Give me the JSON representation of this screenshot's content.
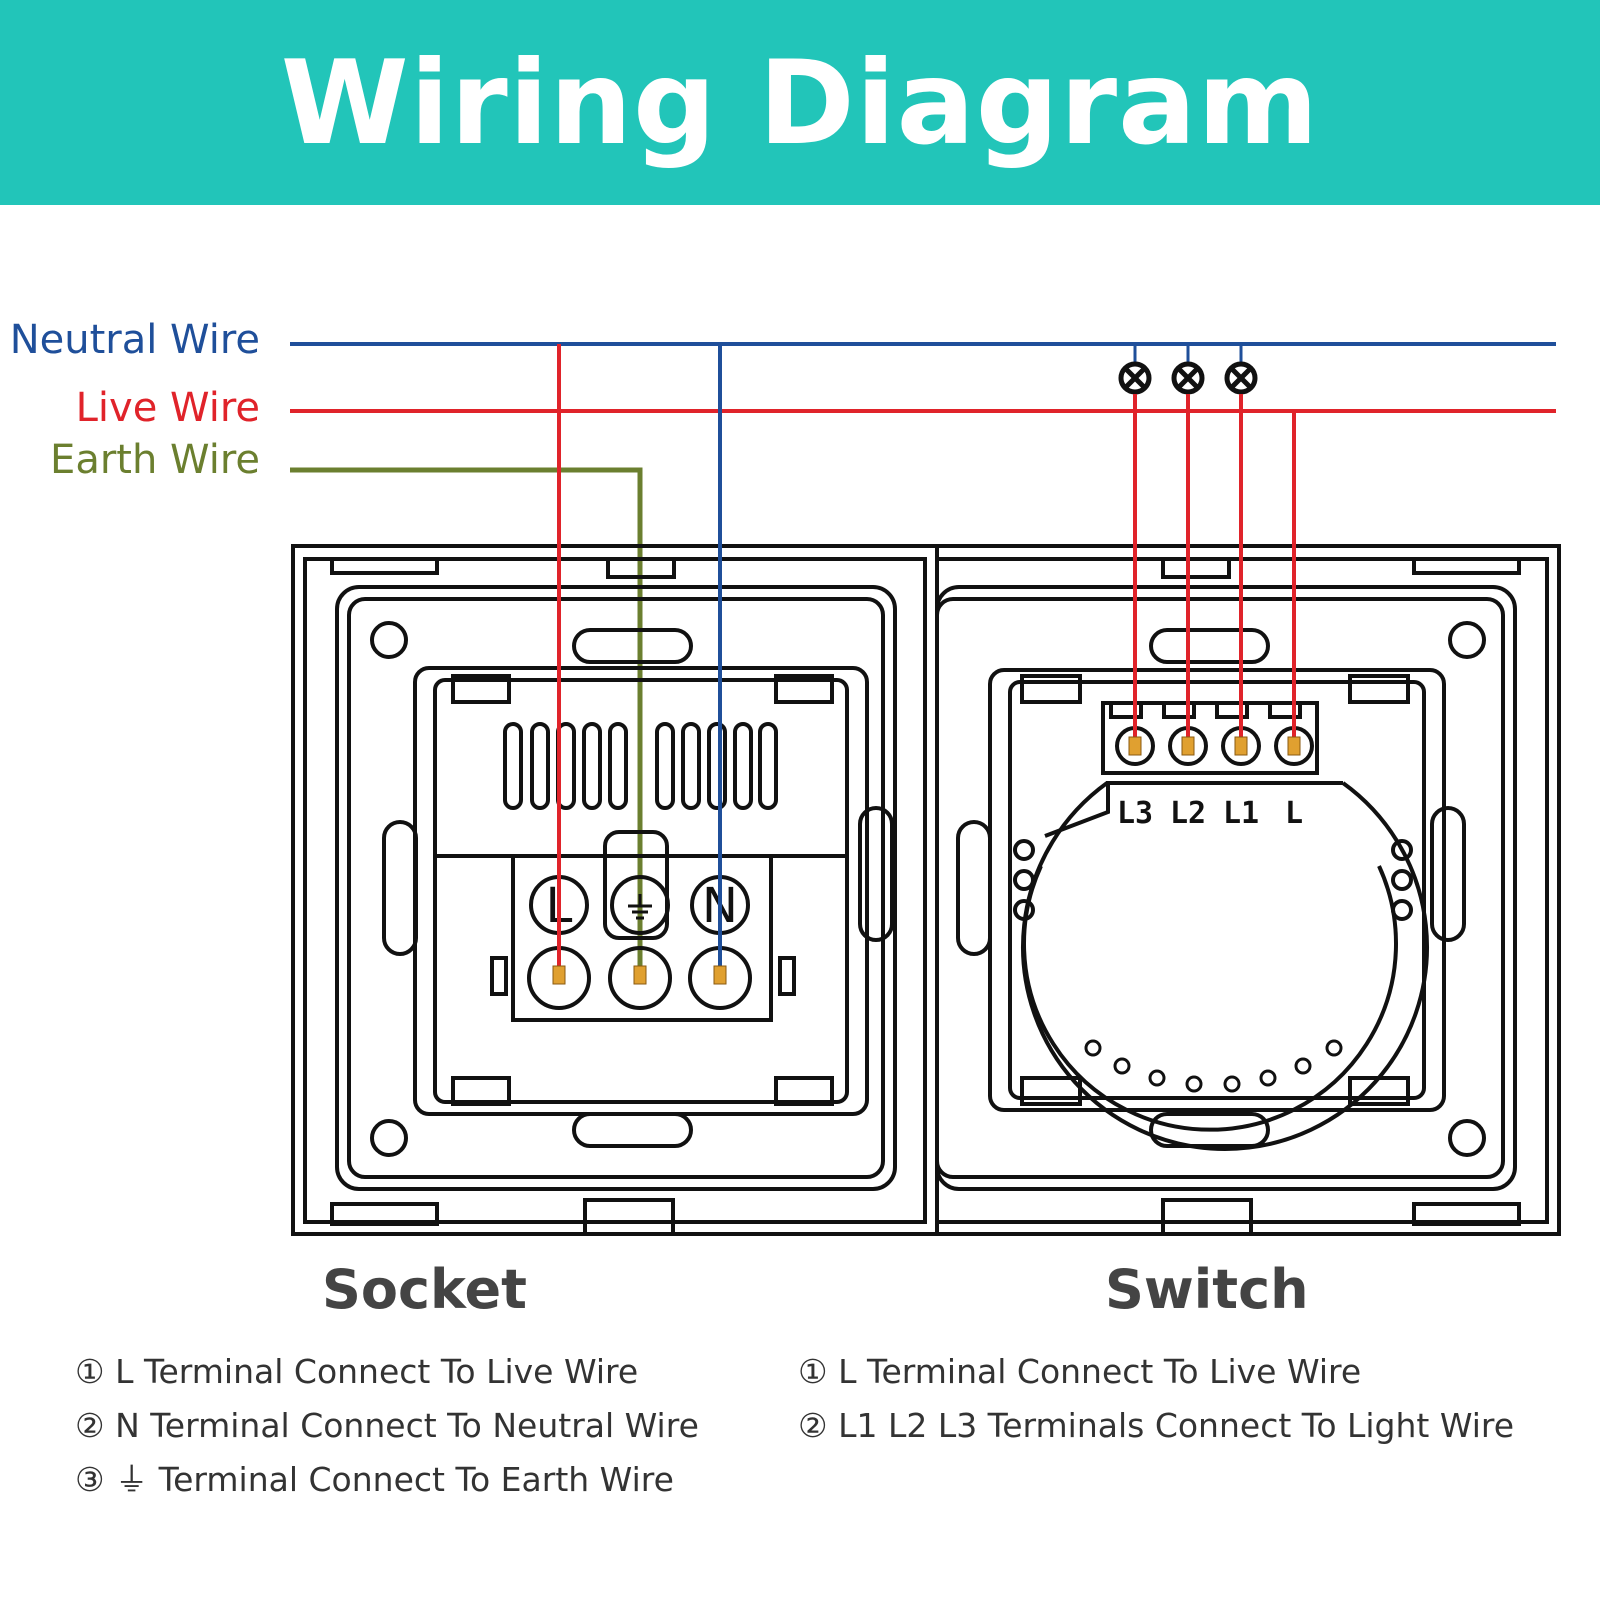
{
  "header": {
    "title": "Wiring Diagram"
  },
  "wires": {
    "neutral_label": "Neutral Wire",
    "live_label": "Live Wire",
    "earth_label": "Earth Wire"
  },
  "colors": {
    "header_bg": "#22c5b9",
    "neutral": "#1f4f9a",
    "live": "#e0232a",
    "earth": "#6b7f2f",
    "terminal": "#e0a030"
  },
  "socket": {
    "caption": "Socket",
    "terminal_labels": [
      "L",
      "N"
    ],
    "notes": [
      "① L Terminal Connect To Live Wire",
      "② N Terminal Connect To Neutral Wire",
      "③ ⏚ Terminal Connect To Earth Wire"
    ]
  },
  "switch": {
    "caption": "Switch",
    "terminal_labels": [
      "L3",
      "L2",
      "L1",
      "L"
    ],
    "notes": [
      "① L Terminal Connect To Live Wire",
      "② L1 L2 L3 Terminals Connect To Light Wire"
    ]
  }
}
